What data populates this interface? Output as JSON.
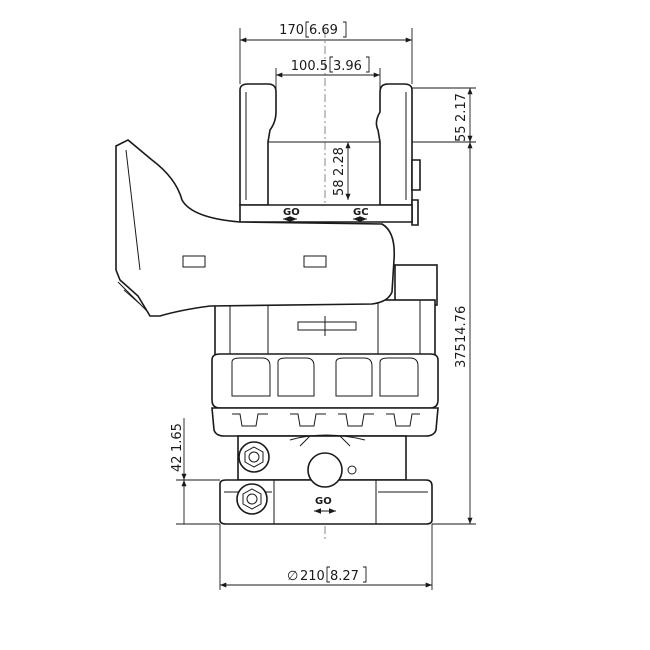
{
  "dimensions": {
    "top_width": {
      "value": "170",
      "inch": "6.69"
    },
    "inner_width": {
      "value": "100.5",
      "inch": "3.96"
    },
    "pin_offset": {
      "value": "55",
      "inch": "2.17"
    },
    "pin_height": {
      "value": "58",
      "inch": "2.28"
    },
    "total_height": {
      "value": "375",
      "inch": "14.76"
    },
    "port_height": {
      "value": "42",
      "inch": "1.65"
    },
    "base_diameter": {
      "symbol": "∅",
      "value": "210",
      "inch": "8.27"
    }
  },
  "port_labels": {
    "go_left": "GO",
    "gc_right": "GC",
    "go_bottom": "GO"
  }
}
